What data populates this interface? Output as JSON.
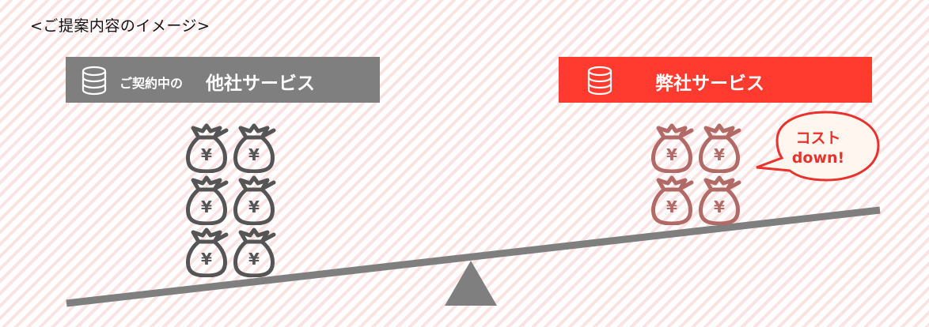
{
  "caption": "<ご提案内容のイメージ>",
  "left_panel": {
    "prefix": "ご契約中の",
    "title": "他社サービス",
    "icon": "database-icon",
    "color": "#7f7f7f",
    "money_bags": 6
  },
  "right_panel": {
    "title": "弊社サービス",
    "icon": "database-icon",
    "color": "#ff3b30",
    "money_bags": 4
  },
  "bubble": {
    "line1": "コスト",
    "line2": "down!",
    "color": "#e8322b"
  },
  "currency_symbol": "¥"
}
